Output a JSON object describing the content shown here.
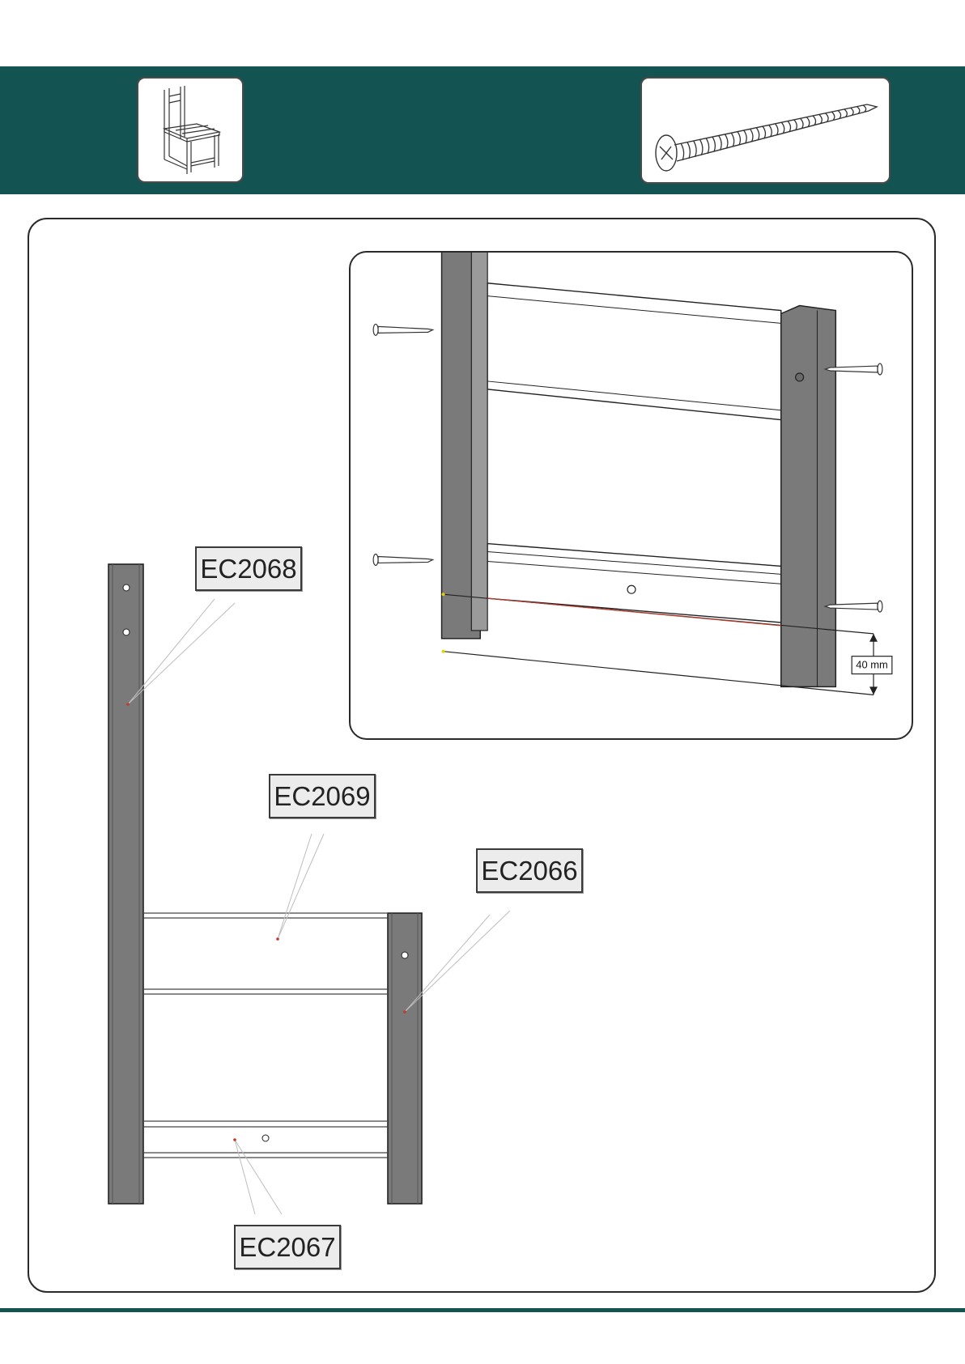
{
  "header": {
    "band_color": "#135452",
    "chair_thumbnail_icon": "chair-icon",
    "screw_thumbnail_icon": "screw-icon"
  },
  "detail": {
    "dimension_label": "40 mm"
  },
  "parts": {
    "ec2068": "EC2068",
    "ec2069": "EC2069",
    "ec2066": "EC2066",
    "ec2067": "EC2067"
  },
  "colors": {
    "wood_dark": "#7a7a7a",
    "wood_light": "#ffffff",
    "outline": "#222222",
    "accent_red": "#c0392b"
  }
}
